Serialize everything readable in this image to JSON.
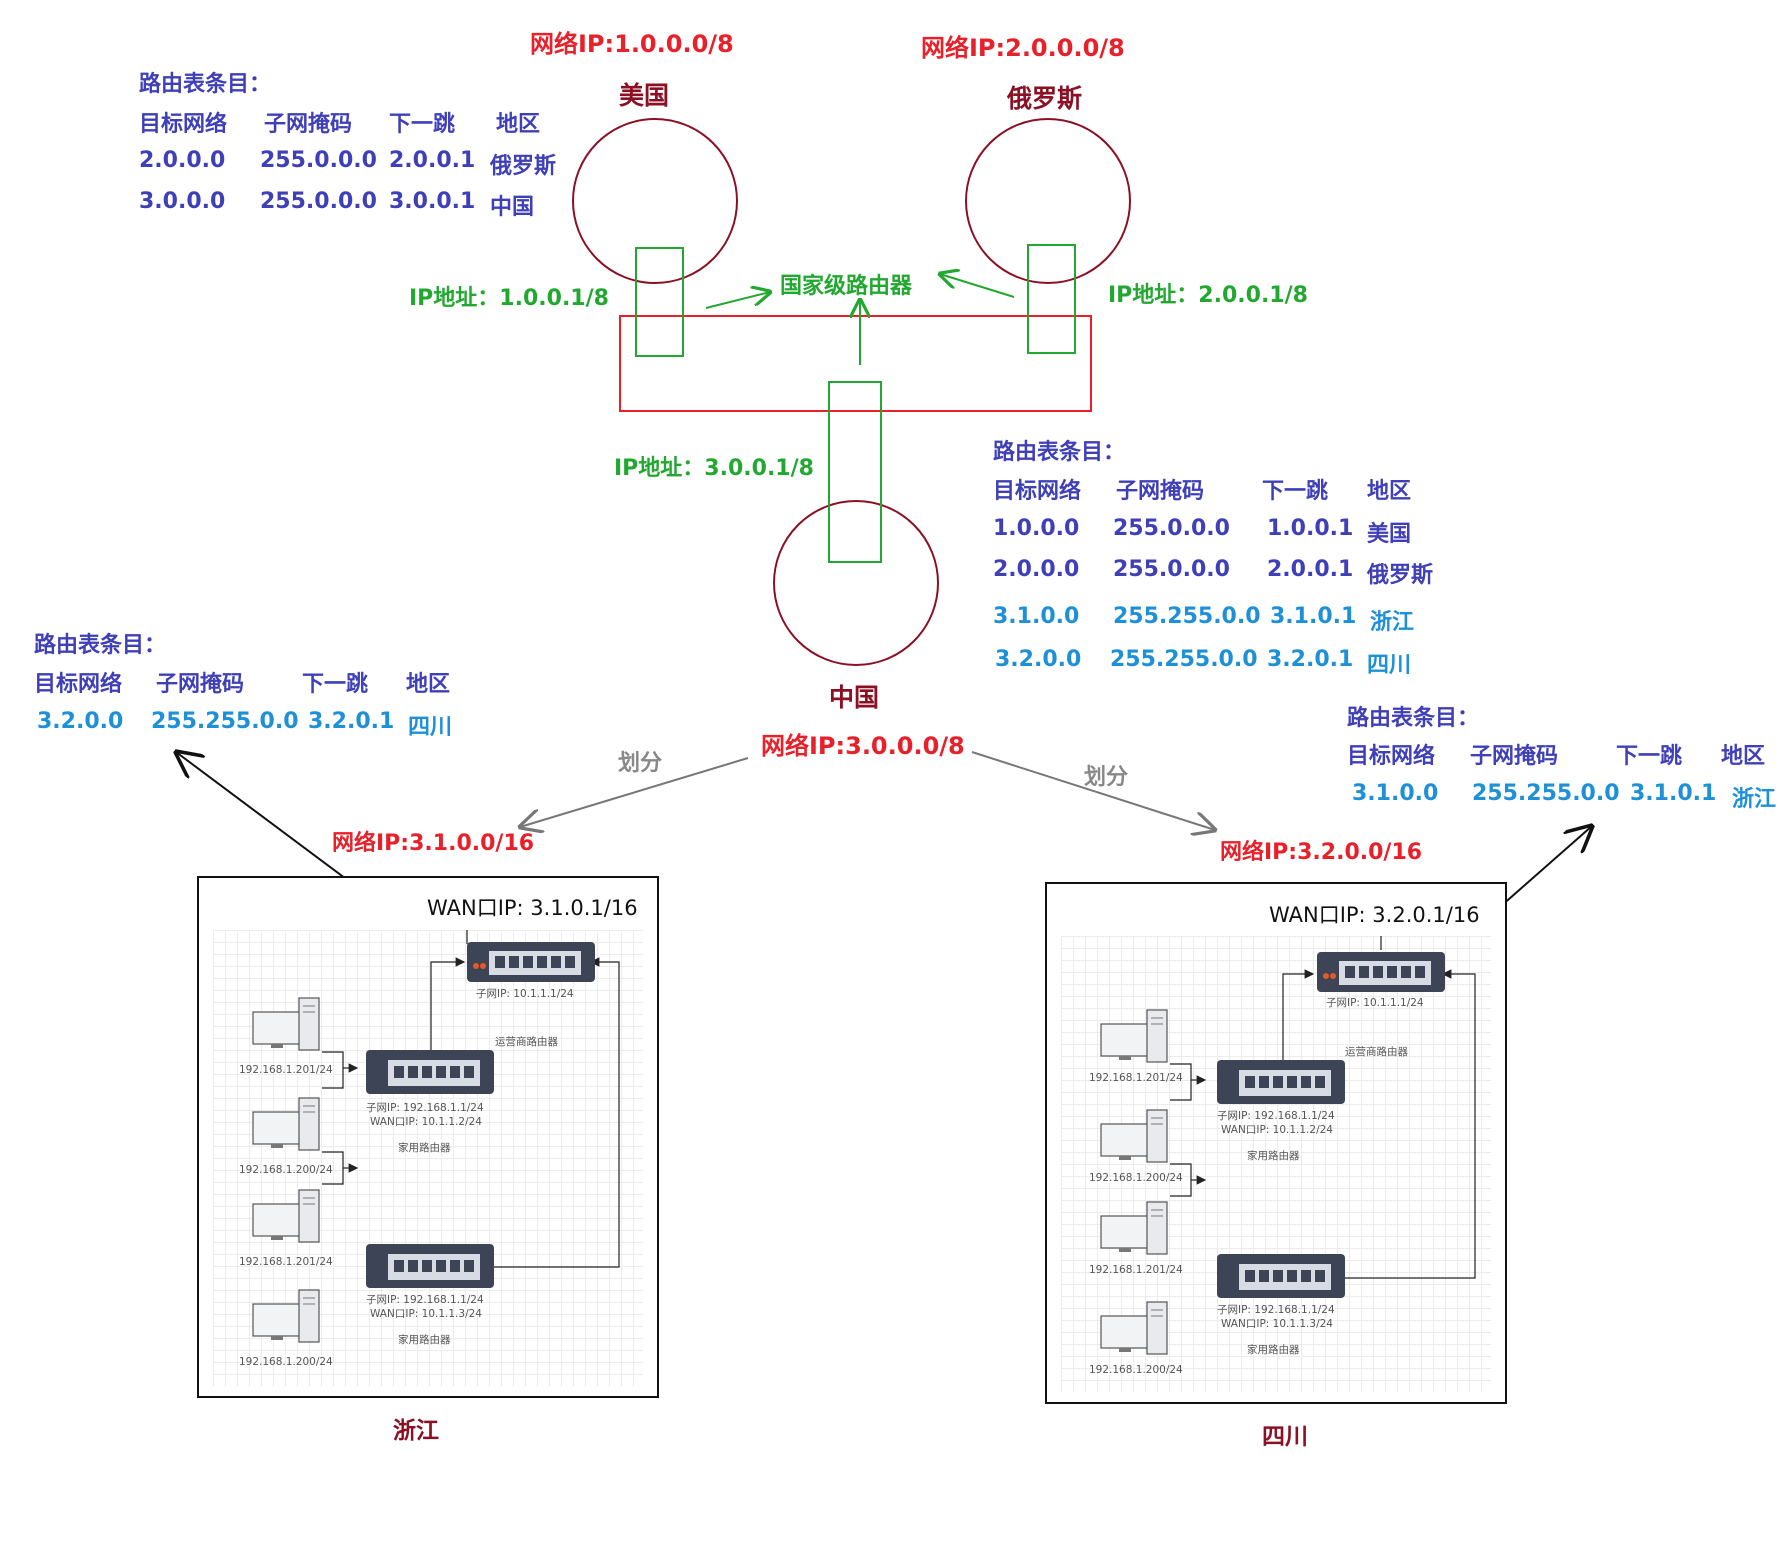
{
  "countries": {
    "usa": {
      "network_ip": "网络IP:1.0.0.0/8",
      "name": "美国",
      "iface_ip": "IP地址：1.0.0.1/8"
    },
    "russia": {
      "network_ip": "网络IP:2.0.0.0/8",
      "name": "俄罗斯",
      "iface_ip": "IP地址：2.0.0.1/8"
    },
    "china": {
      "name": "中国",
      "network_ip": "网络IP:3.0.0.0/8",
      "iface_ip": "IP地址：3.0.0.1/8"
    }
  },
  "national_router_label": "国家级路由器",
  "divide_label": "划分",
  "colors": {
    "red": "#e8202a",
    "dark_red": "#8b1024",
    "green": "#22a830",
    "blue": "#3f3fb8",
    "cyan": "#1e90d8"
  },
  "routing_tables": {
    "usa": {
      "title": "路由表条目：",
      "headers": [
        "目标网络",
        "子网掩码",
        "下一跳",
        "地区"
      ],
      "rows": [
        [
          "2.0.0.0",
          "255.0.0.0",
          "2.0.0.1",
          "俄罗斯"
        ],
        [
          "3.0.0.0",
          "255.0.0.0",
          "3.0.0.1",
          "中国"
        ]
      ]
    },
    "china": {
      "title": "路由表条目：",
      "headers": [
        "目标网络",
        "子网掩码",
        "下一跳",
        "地区"
      ],
      "rows": [
        [
          "1.0.0.0",
          "255.0.0.0",
          "1.0.0.1",
          "美国"
        ],
        [
          "2.0.0.0",
          "255.0.0.0",
          "2.0.0.1",
          "俄罗斯"
        ],
        [
          "3.1.0.0",
          "255.255.0.0",
          "3.1.0.1",
          "浙江"
        ],
        [
          "3.2.0.0",
          "255.255.0.0",
          "3.2.0.1",
          "四川"
        ]
      ]
    },
    "zhejiang": {
      "title": "路由表条目：",
      "headers": [
        "目标网络",
        "子网掩码",
        "下一跳",
        "地区"
      ],
      "rows": [
        [
          "3.2.0.0",
          "255.255.0.0",
          "3.2.0.1",
          "四川"
        ]
      ]
    },
    "sichuan": {
      "title": "路由表条目：",
      "headers": [
        "目标网络",
        "子网掩码",
        "下一跳",
        "地区"
      ],
      "rows": [
        [
          "3.1.0.0",
          "255.255.0.0",
          "3.1.0.1",
          "浙江"
        ]
      ]
    }
  },
  "subnets": {
    "zhejiang": {
      "network_ip": "网络IP:3.1.0.0/16",
      "wan_ip": "WAN口IP: 3.1.0.1/16",
      "region": "浙江",
      "isp_router": {
        "subnet_ip": "子网IP:   10.1.1.1/24",
        "label": "运营商路由器"
      },
      "home_routers": [
        {
          "subnet_ip": "子网IP:   192.168.1.1/24",
          "wan_ip": "WAN口IP:   10.1.1.2/24",
          "label": "家用路由器"
        },
        {
          "subnet_ip": "子网IP:   192.168.1.1/24",
          "wan_ip": "WAN口IP:   10.1.1.3/24",
          "label": "家用路由器"
        }
      ],
      "pcs": [
        "192.168.1.201/24",
        "192.168.1.200/24",
        "192.168.1.201/24",
        "192.168.1.200/24"
      ]
    },
    "sichuan": {
      "network_ip": "网络IP:3.2.0.0/16",
      "wan_ip": "WAN口IP: 3.2.0.1/16",
      "region": "四川",
      "isp_router": {
        "subnet_ip": "子网IP:   10.1.1.1/24",
        "label": "运营商路由器"
      },
      "home_routers": [
        {
          "subnet_ip": "子网IP:   192.168.1.1/24",
          "wan_ip": "WAN口IP:   10.1.1.2/24",
          "label": "家用路由器"
        },
        {
          "subnet_ip": "子网IP:   192.168.1.1/24",
          "wan_ip": "WAN口IP:   10.1.1.3/24",
          "label": "家用路由器"
        }
      ],
      "pcs": [
        "192.168.1.201/24",
        "192.168.1.200/24",
        "192.168.1.201/24",
        "192.168.1.200/24"
      ]
    }
  }
}
